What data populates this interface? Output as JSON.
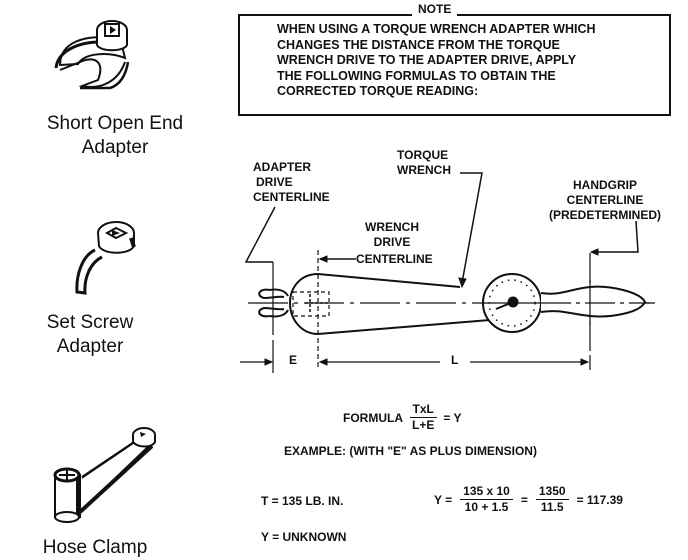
{
  "note": {
    "title": "NOTE",
    "lines": [
      "WHEN USING A TORQUE WRENCH ADAPTER WHICH",
      "CHANGES THE DISTANCE FROM THE TORQUE",
      "WRENCH DRIVE TO THE ADAPTER DRIVE, APPLY",
      "THE FOLLOWING FORMULAS TO OBTAIN THE",
      "CORRECTED TORQUE READING:"
    ]
  },
  "adapters": [
    {
      "icon": "open-end-adapter-icon",
      "label_line1": "Short Open End",
      "label_line2": "Adapter"
    },
    {
      "icon": "set-screw-adapter-icon",
      "label_line1": "Set Screw",
      "label_line2": "Adapter"
    },
    {
      "icon": "hose-clamp-icon",
      "label_line1": "Hose Clamp",
      "label_line2": ""
    }
  ],
  "diagram": {
    "adapter_drive_label": [
      "ADAPTER",
      "DRIVE",
      "CENTERLINE"
    ],
    "torque_wrench_label": [
      "TORQUE",
      "WRENCH"
    ],
    "wrench_drive_label": [
      "WRENCH",
      "DRIVE",
      "CENTERLINE"
    ],
    "handgrip_label": [
      "HANDGRIP",
      "CENTERLINE",
      "(PREDETERMINED)"
    ],
    "dim_e": "E",
    "dim_l": "L"
  },
  "formula": {
    "label": "FORMULA",
    "numerator": "TxL",
    "denominator": "L+E",
    "result": "= Y"
  },
  "example": {
    "heading": "EXAMPLE:  (WITH \"E\" AS PLUS DIMENSION)",
    "t_value": "T = 135 LB. IN.",
    "y_value": "Y = UNKNOWN",
    "calc_prefix": "Y =",
    "calc_num1": "135 x 10",
    "calc_den1": "10 + 1.5",
    "calc_eq": "=",
    "calc_num2": "1350",
    "calc_den2": "11.5",
    "calc_result": "= 117.39"
  }
}
